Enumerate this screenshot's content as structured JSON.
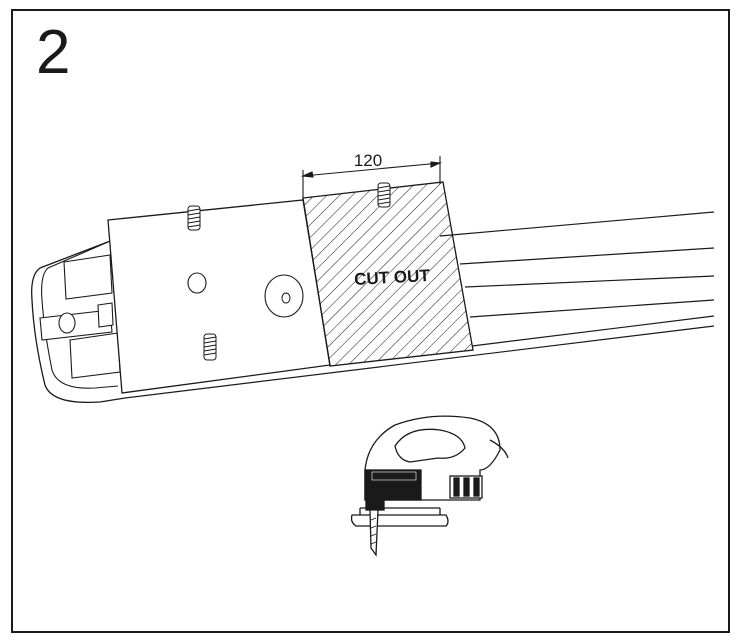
{
  "step": {
    "number": "2"
  },
  "dimension": {
    "label": "120"
  },
  "cutout": {
    "label": "CUT OUT"
  },
  "colors": {
    "line": "#1a1a1a",
    "background": "#ffffff"
  },
  "icons": [
    "jigsaw-icon",
    "threaded-stud-icon",
    "mounting-hole-icon"
  ]
}
